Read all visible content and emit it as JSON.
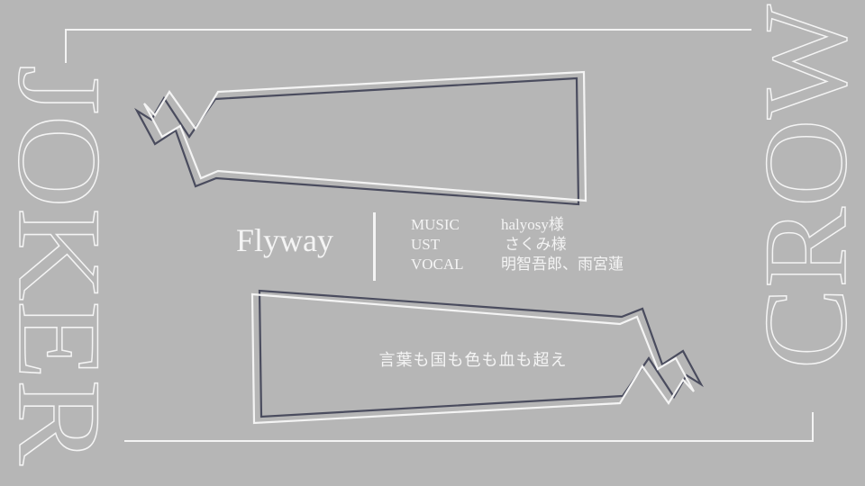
{
  "side_text": {
    "left": "JOKER",
    "right": "CROW"
  },
  "song": {
    "title": "Flyway"
  },
  "credits": [
    {
      "role": "MUSIC",
      "name": "halyosy様"
    },
    {
      "role": "UST",
      "name": "さくみ様"
    },
    {
      "role": "VOCAL",
      "name": "明智吾郎、雨宮蓮"
    }
  ],
  "lyric": "言葉も国も色も血も超え",
  "colors": {
    "background": "#b6b6b6",
    "line_light": "#f4f4f4",
    "line_dark": "#4a4c5e"
  }
}
